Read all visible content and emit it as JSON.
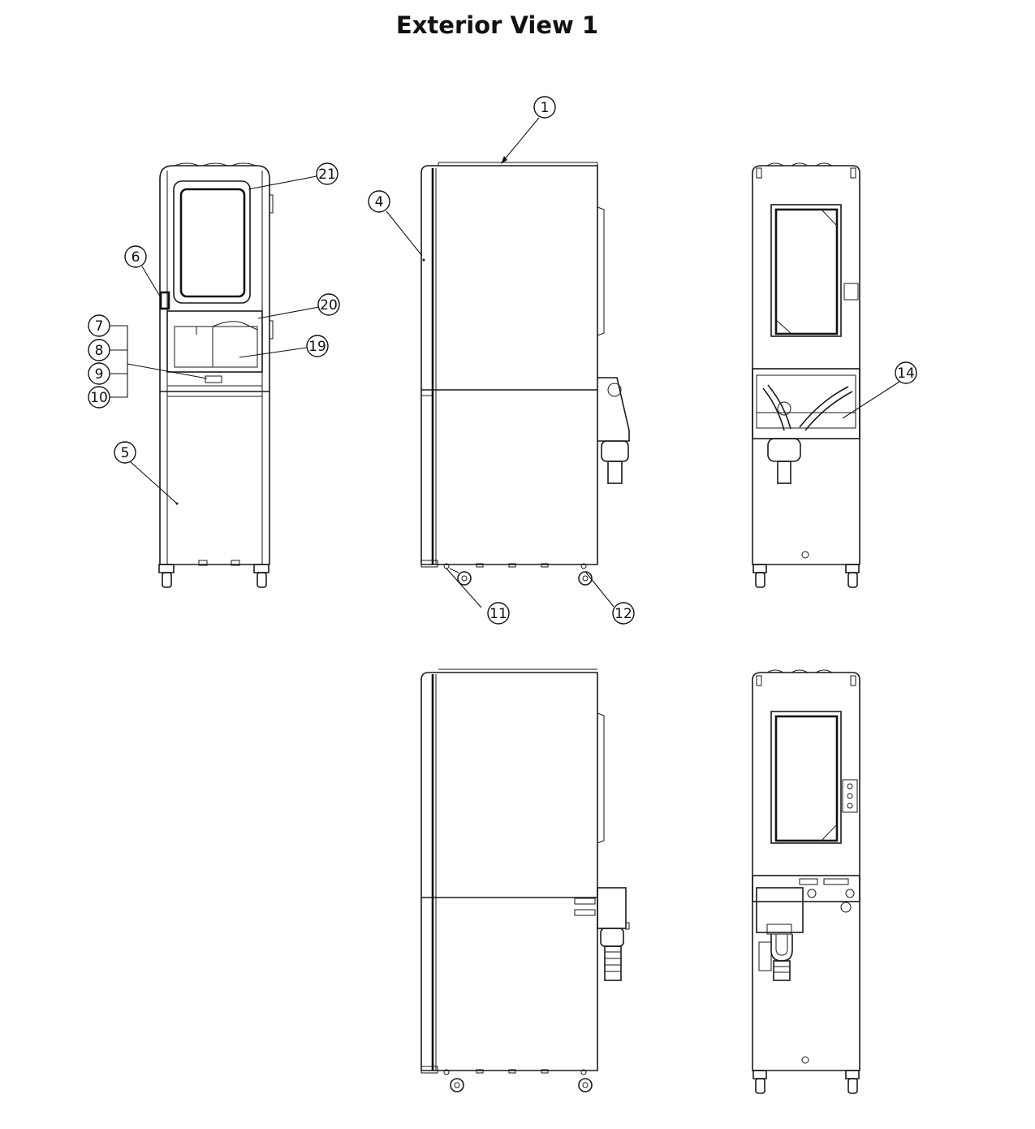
{
  "title": "Exterior View 1",
  "callouts": [
    {
      "label": "1"
    },
    {
      "label": "4"
    },
    {
      "label": "5"
    },
    {
      "label": "6"
    },
    {
      "label": "7"
    },
    {
      "label": "8"
    },
    {
      "label": "9"
    },
    {
      "label": "10"
    },
    {
      "label": "11"
    },
    {
      "label": "12"
    },
    {
      "label": "14"
    },
    {
      "label": "19"
    },
    {
      "label": "20"
    },
    {
      "label": "21"
    }
  ]
}
